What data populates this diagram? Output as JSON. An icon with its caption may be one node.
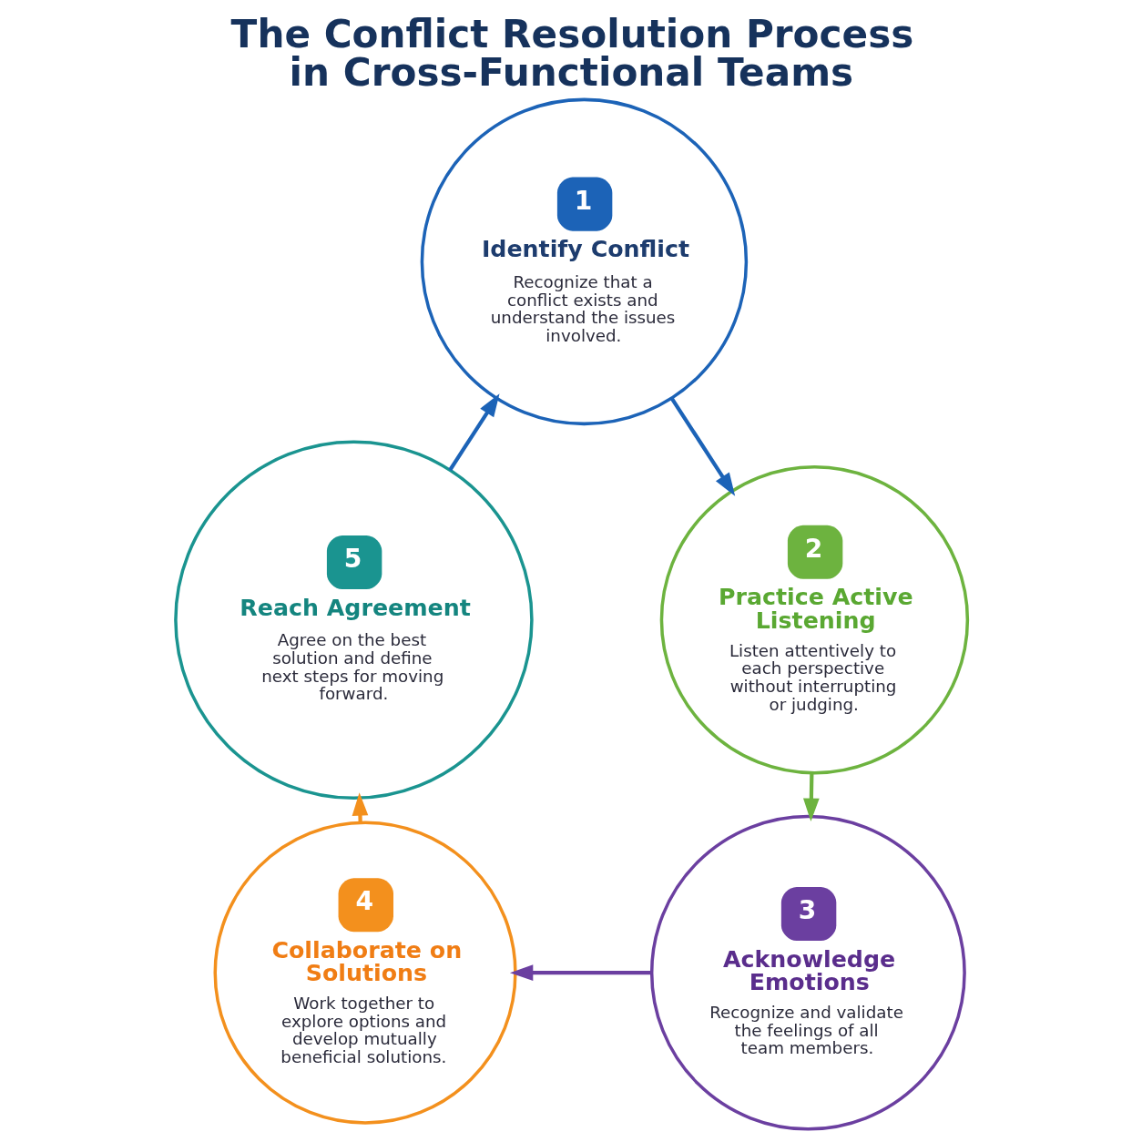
{
  "diagram": {
    "title": "The Conflict Resolution Process in Cross-Functional Teams",
    "nodes": [
      {
        "text": [
          "1",
          "Identify Conflict",
          "Recognize that a conflict exists and understand the issues involved."
        ]
      },
      {
        "text": [
          "2",
          "Practice Active Listening",
          "Listen attentively to each perspective without interrupting or judging."
        ]
      },
      {
        "text": [
          "3",
          "Acknowledge Emotions",
          "Recognize and validate the feelings of all team members."
        ]
      },
      {
        "text": [
          "4",
          "Collaborate on Solutions",
          "Work together to explore options and develop mutually beneficial solutions."
        ]
      },
      {
        "text": [
          "5",
          "Reach Agreement",
          "Agree on the best solution and define next steps for moving forward."
        ]
      }
    ],
    "edges": [
      {
        "from": 0,
        "to": 1,
        "arrow": "to",
        "color": "#1c63b7"
      },
      {
        "from": 1,
        "to": 2,
        "arrow": "to",
        "color": "#6db33f"
      },
      {
        "from": 2,
        "to": 3,
        "arrow": "to",
        "color": "#6b3fa0"
      },
      {
        "from": 3,
        "to": 4,
        "arrow": "to",
        "color": "#f3901d"
      },
      {
        "from": 4,
        "to": 0,
        "arrow": "to",
        "color": "#1c63b7"
      }
    ]
  }
}
